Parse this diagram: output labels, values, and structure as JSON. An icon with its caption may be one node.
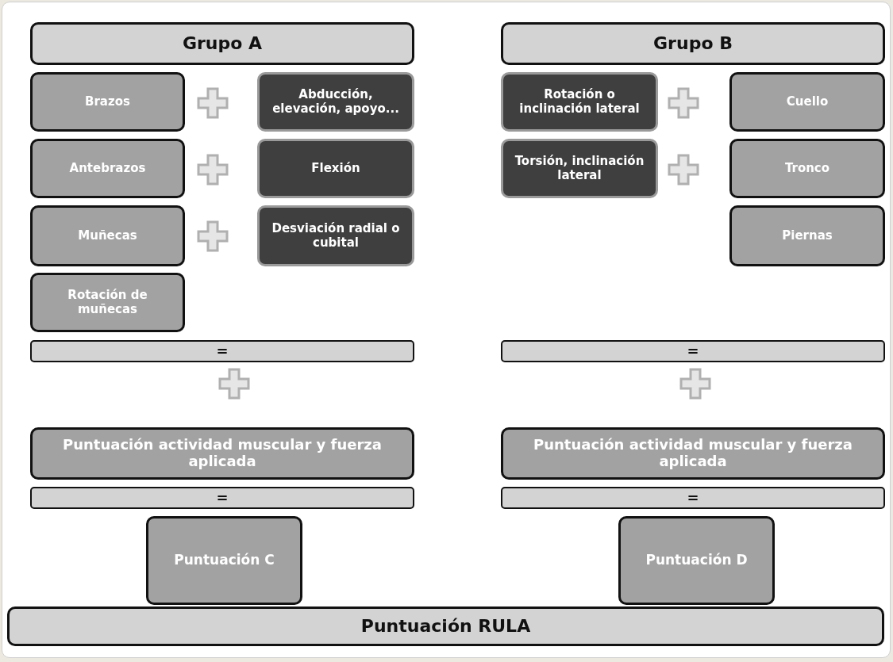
{
  "diagram": {
    "nodes": [
      {
        "text": [
          "Grupo A"
        ]
      },
      {
        "text": [
          "Grupo B"
        ]
      },
      {
        "text": [
          "Brazos"
        ]
      },
      {
        "text": [
          "Abducción, elevación, apoyo..."
        ]
      },
      {
        "text": [
          "Rotación o inclinación lateral"
        ]
      },
      {
        "text": [
          "Cuello"
        ]
      },
      {
        "text": [
          "Antebrazos"
        ]
      },
      {
        "text": [
          "Flexión"
        ]
      },
      {
        "text": [
          "Torsión, inclinación lateral"
        ]
      },
      {
        "text": [
          "Tronco"
        ]
      },
      {
        "text": [
          "Muñecas"
        ]
      },
      {
        "text": [
          "Desviación radial o cubital"
        ]
      },
      {
        "text": [
          "Piernas"
        ]
      },
      {
        "text": [
          "Rotación de muñecas"
        ]
      },
      {
        "text": [
          "="
        ]
      },
      {
        "text": [
          "="
        ]
      },
      {
        "text": [
          "Puntuación actividad muscular y fuerza aplicada"
        ]
      },
      {
        "text": [
          "Puntuación actividad muscular y fuerza aplicada"
        ]
      },
      {
        "text": [
          "="
        ]
      },
      {
        "text": [
          "="
        ]
      },
      {
        "text": [
          "Puntuación C"
        ]
      },
      {
        "text": [
          "Puntuación D"
        ]
      },
      {
        "text": [
          "Puntuación RULA"
        ]
      }
    ]
  }
}
